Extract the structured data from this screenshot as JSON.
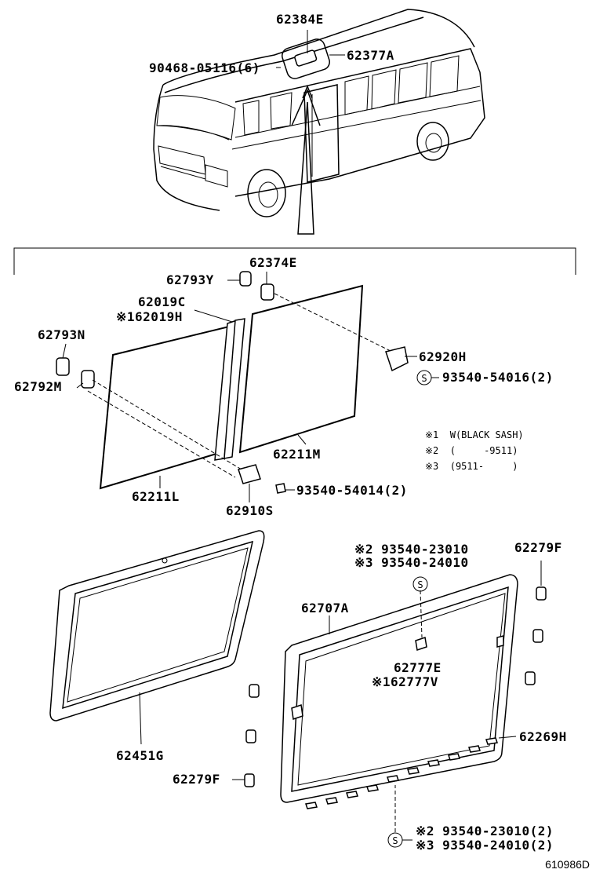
{
  "labels": {
    "p62384E": "62384E",
    "p90468": "90468-05116(6)",
    "p62377A": "62377A",
    "p62374E": "62374E",
    "p62793Y": "62793Y",
    "p62019C": "62019C",
    "p62019H": "※162019H",
    "p62793N": "62793N",
    "p62792M": "62792M",
    "p62920H": "62920H",
    "p93540_54016": "93540-54016(2)",
    "p62211M": "62211M",
    "p62211L": "62211L",
    "p62910S": "62910S",
    "p93540_54014": "93540-54014(2)",
    "p93540_23010a": "※2 93540-23010",
    "p93540_24010a": "※3 93540-24010",
    "p62279F_top": "62279F",
    "p62707A": "62707A",
    "p62777E": "62777E",
    "p62777V": "※162777V",
    "p62451G": "62451G",
    "p62269H": "62269H",
    "p62279F_bottom": "62279F",
    "p93540_23010b": "※2 93540-23010(2)",
    "p93540_24010b": "※3 93540-24010(2)"
  },
  "notes": {
    "n1": "※1  W(BLACK SASH)",
    "n2": "※2  (     -9511)",
    "n3": "※3  (9511-     )"
  },
  "symbols": {
    "screw_mark": "S"
  },
  "figure_id": "610986D"
}
